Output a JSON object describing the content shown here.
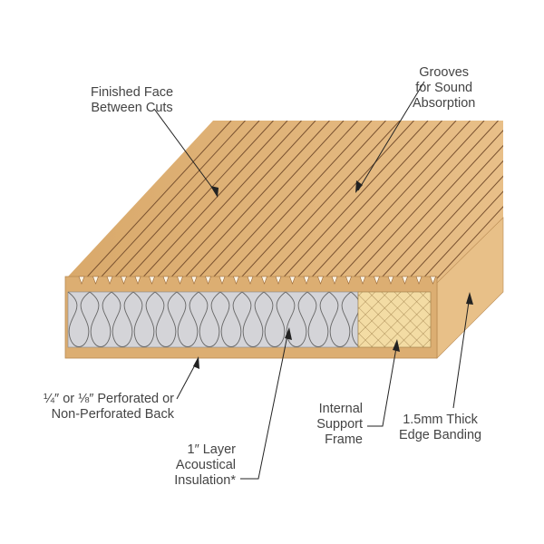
{
  "labels": {
    "finished_face": [
      "Finished Face",
      "Between Cuts"
    ],
    "grooves": [
      "Grooves",
      "for Sound",
      "Absorption"
    ],
    "back": [
      "¼″ or ⅛″ Perforated or",
      "Non-Perforated Back"
    ],
    "insulation": [
      "1″ Layer",
      "Acoustical",
      "Insulation*"
    ],
    "frame": [
      "Internal",
      "Support",
      "Frame"
    ],
    "edge": [
      "1.5mm Thick",
      "Edge Banding"
    ]
  },
  "colors": {
    "wood": "#dcae72",
    "wood_light": "#ecc58f",
    "groove": "#7a5230",
    "insulation": "#d4d4d8",
    "frame": "#f3dca4",
    "text": "#444444"
  }
}
